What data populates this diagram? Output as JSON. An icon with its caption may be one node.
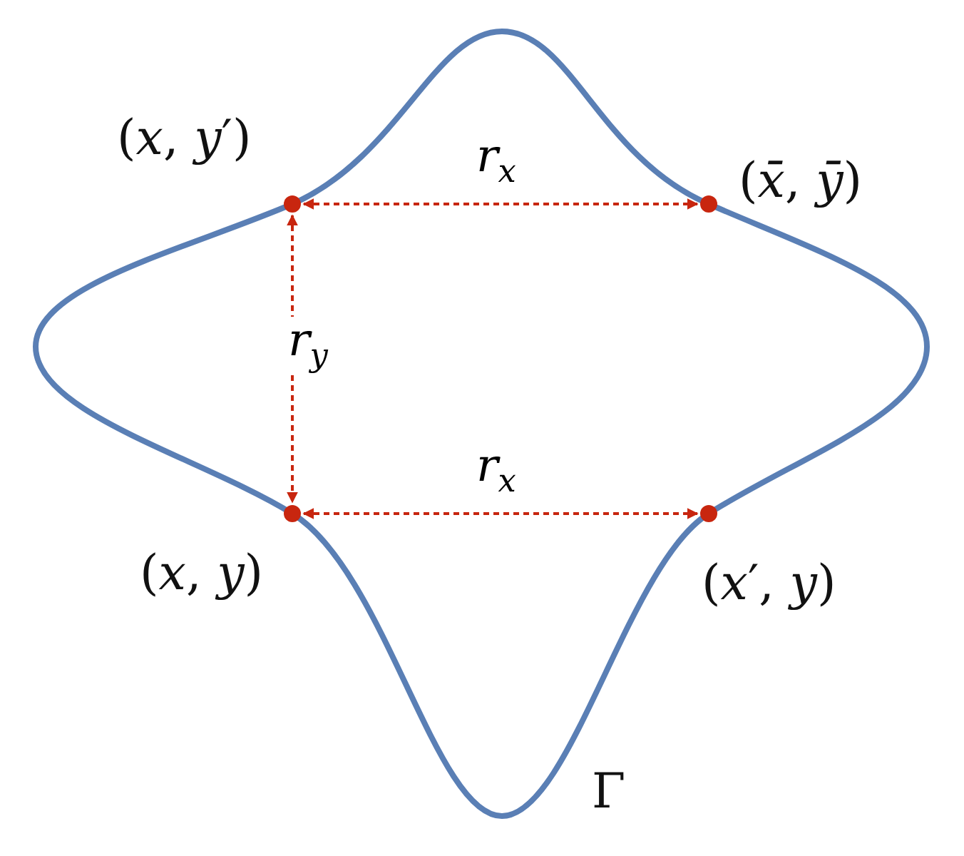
{
  "diagram": {
    "nodes": [
      {
        "text": [],
        "shape": "circle",
        "beside": [
          "(*x*, *y*′)"
        ]
      },
      {
        "text": [],
        "shape": "circle",
        "beside": [
          "(*x̄*, *ȳ*)"
        ]
      },
      {
        "text": [],
        "shape": "circle",
        "beside": [
          "(*x*, *y*)"
        ]
      },
      {
        "text": [],
        "shape": "circle",
        "beside": [
          "(*x*′, *y*)"
        ]
      }
    ],
    "edges": [
      {
        "from": 0,
        "to": 1,
        "arrow": "both",
        "style": "dashed",
        "label": "*r*$_{x}$"
      },
      {
        "from": 0,
        "to": 2,
        "arrow": "both",
        "style": "dashed",
        "label": "*r*$_{y}$"
      },
      {
        "from": 2,
        "to": 3,
        "arrow": "both",
        "style": "dashed",
        "label": "*r*$_{x}$"
      }
    ],
    "labels": [
      "Γ"
    ]
  }
}
